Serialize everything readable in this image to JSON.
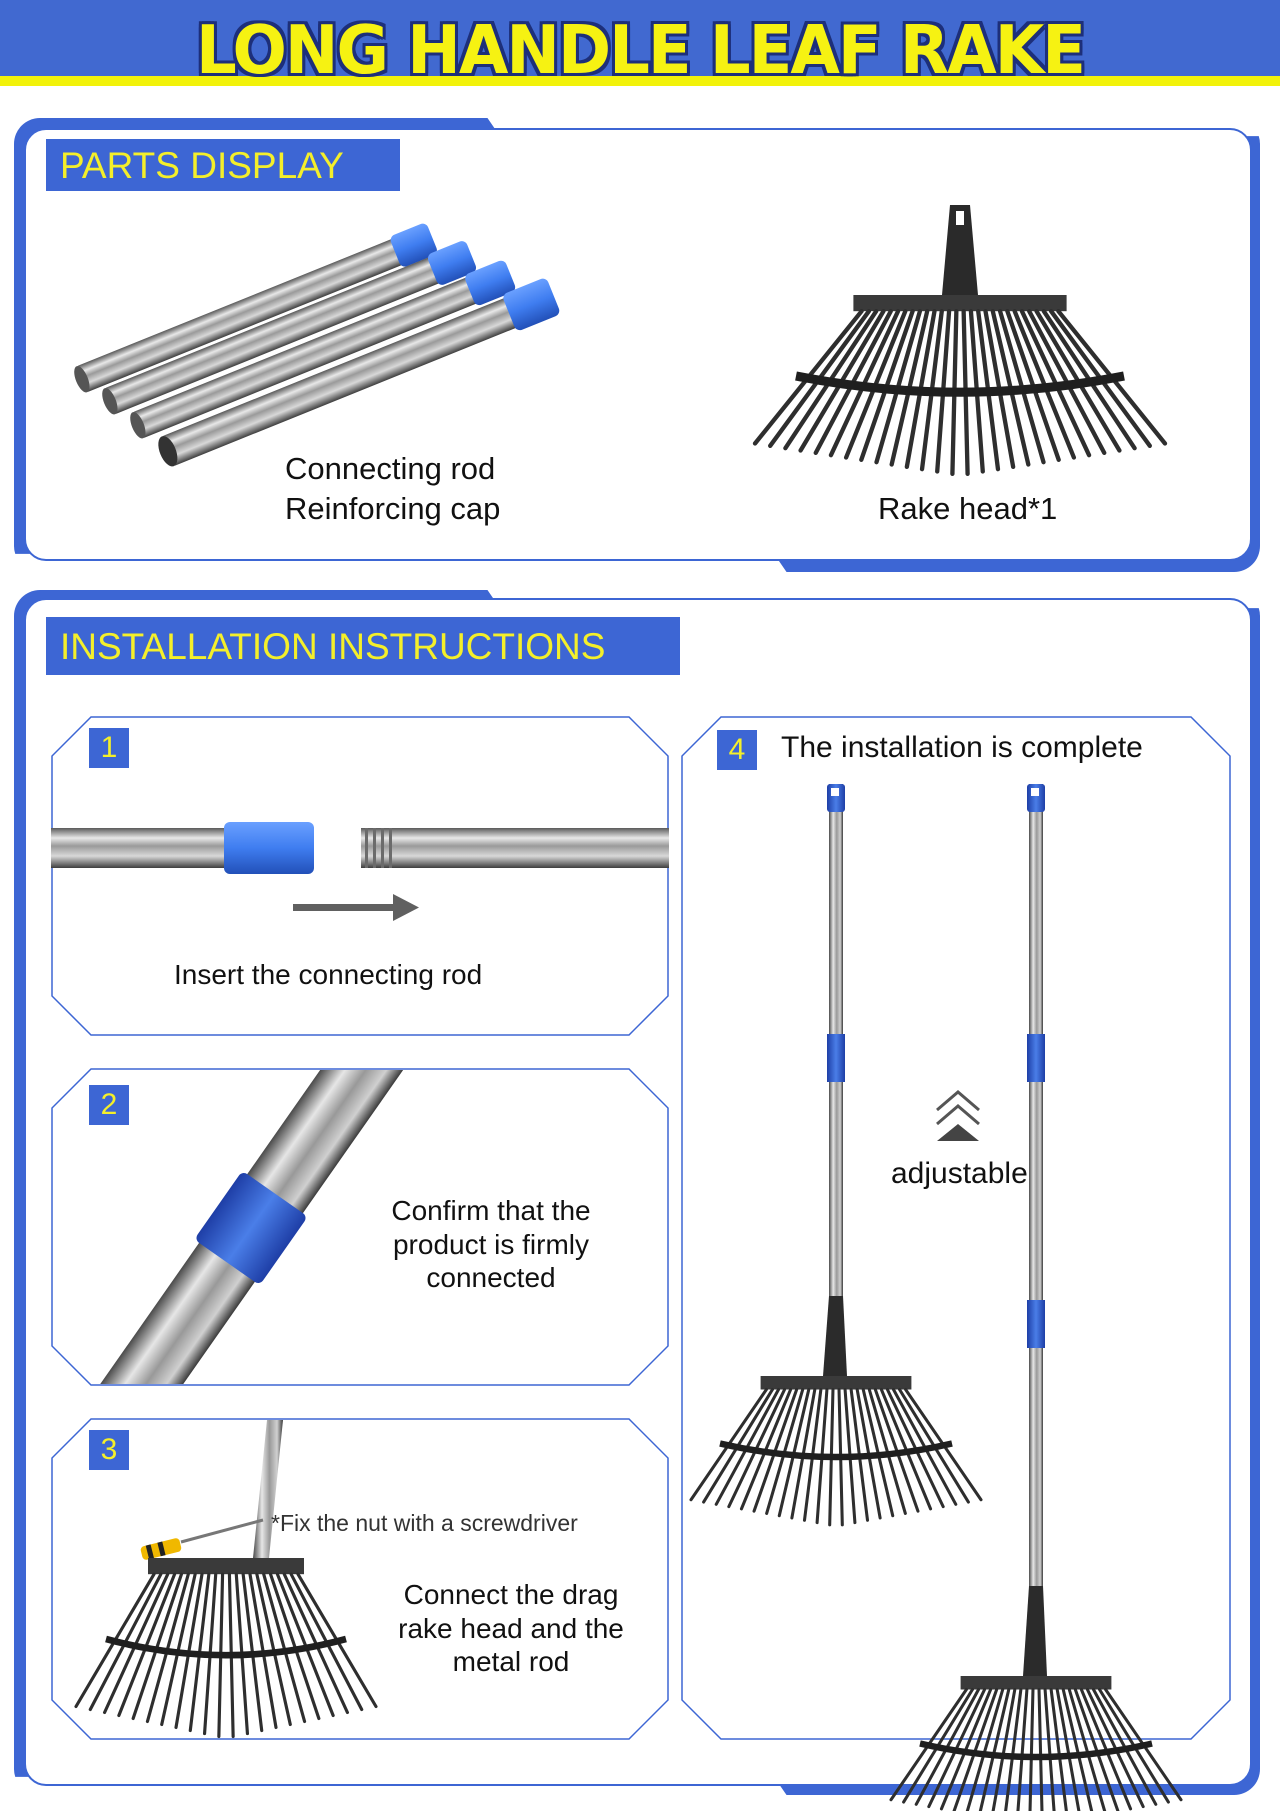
{
  "header": {
    "title": "LONG HANDLE LEAF RAKE"
  },
  "parts": {
    "tab_label": "PARTS DISPLAY",
    "rod_caption_line1": "Connecting rod",
    "rod_caption_line2": "Reinforcing cap",
    "head_caption": "Rake head*1"
  },
  "install": {
    "tab_label": "INSTALLATION INSTRUCTIONS",
    "steps": [
      {
        "number": "1",
        "caption": "Insert the connecting rod"
      },
      {
        "number": "2",
        "caption_lines": [
          "Confirm that the",
          "product is firmly",
          "connected"
        ]
      },
      {
        "number": "3",
        "note": "*Fix the nut with a screwdriver",
        "caption_lines": [
          "Connect the drag",
          "rake head and the",
          "metal rod"
        ]
      },
      {
        "number": "4",
        "caption": "The installation is complete",
        "adjust_label": "adjustable"
      }
    ]
  },
  "colors": {
    "brand_blue": "#3d66d4",
    "accent_yellow": "#f4ef2a",
    "cap_blue": "#3f7df0"
  }
}
